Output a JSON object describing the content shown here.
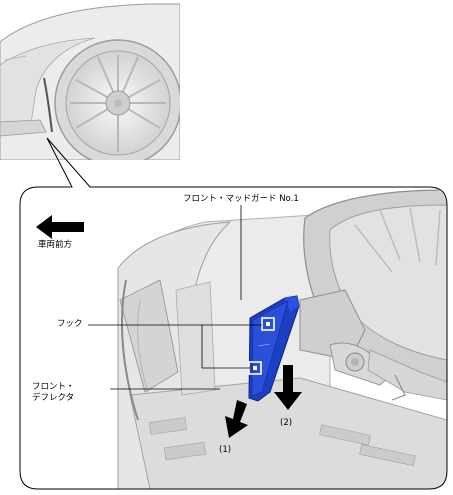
{
  "diagram": {
    "labels": {
      "part_name": "フロント・マッドガード No.1",
      "vehicle_front_line1": "車両前方",
      "hook": "フック",
      "deflector_line1": "フロント・",
      "deflector_line2": "デフレクタ",
      "step_1": "(1)",
      "step_2": "(2)"
    },
    "colors": {
      "part_highlight": "#1d3fc4",
      "outline": "#000000",
      "body_gray": "#dcdcdc"
    },
    "icons": {
      "direction": "arrow-left-icon",
      "removal_arrows": "arrow-down-icon"
    }
  }
}
